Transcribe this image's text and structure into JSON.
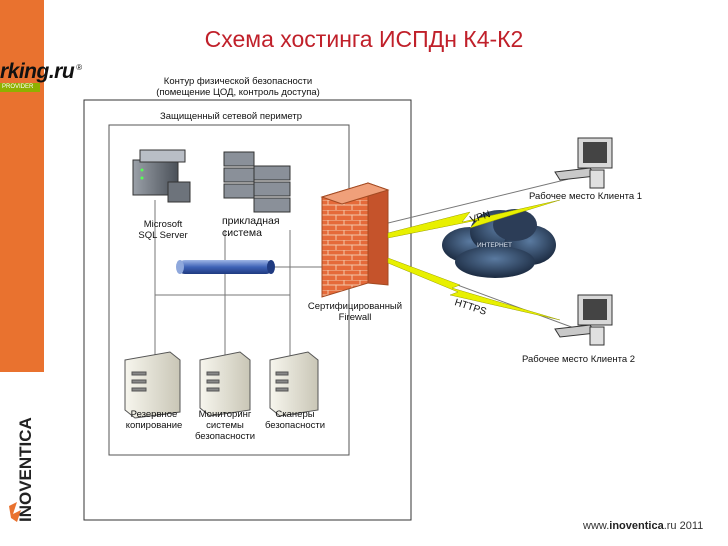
{
  "title": "Схема хостинга ИСПДн К4-К2",
  "logo": {
    "top_text": "rking.ru",
    "badge": "PROVIDER"
  },
  "brand": {
    "vertical": "INOVENTICA"
  },
  "diagram": {
    "outer_contour": {
      "line1": "Контур физической безопасности",
      "line2": "(помещение ЦОД, контроль доступа)"
    },
    "perimeter": "Защищенный сетевой периметр",
    "sql_server": {
      "line1": "Microsoft",
      "line2": "SQL Server"
    },
    "app_system": {
      "line1": "прикладная",
      "line2": "система"
    },
    "firewall": {
      "line1": "Сертифицированный",
      "line2": "Firewall"
    },
    "backup": {
      "line1": "Резервное",
      "line2": "копирование"
    },
    "monitoring": {
      "line1": "Мониторинг",
      "line2": "системы",
      "line3": "безопасности"
    },
    "scanners": {
      "line1": "Сканеры",
      "line2": "безопасности"
    },
    "internet": "ИНТЕРНЕТ",
    "vpn": "VPN",
    "https": "HTTPS",
    "client1": "Рабочее место Клиента 1",
    "client2": "Рабочее место Клиента 2"
  },
  "footer": {
    "prefix": "www.",
    "brand": "inoventica",
    "suffix": ".ru 2011"
  },
  "colors": {
    "title": "#c0202a",
    "sidebar": "#e9722f",
    "bolt": "#e8f000",
    "firewall": "#e56a3a"
  }
}
